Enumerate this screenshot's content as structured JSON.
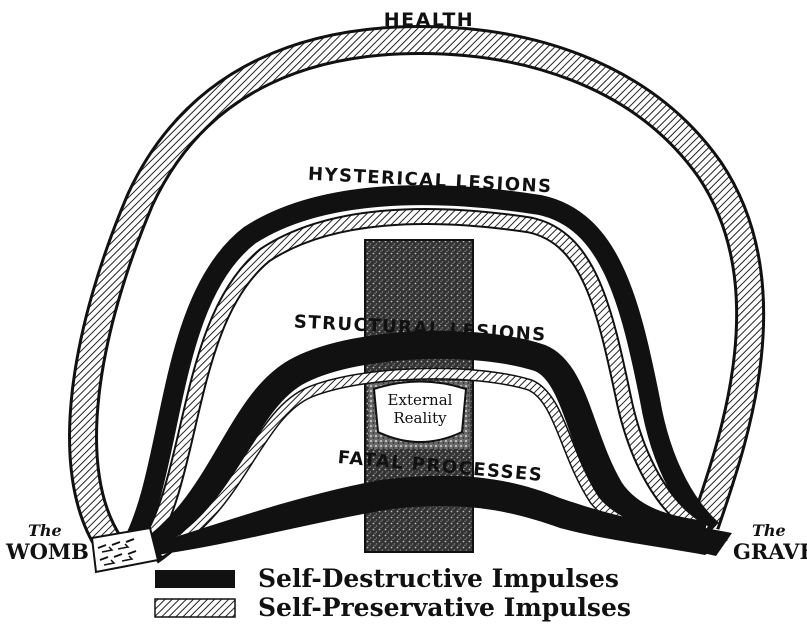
{
  "labels": {
    "health": "HEALTH",
    "hysterical": "HYSTERICAL LESIONS",
    "structural": "STRUCTURAL LESIONS",
    "fatal": "FATAL PROCESSES",
    "external_line1": "External",
    "external_line2": "Reality",
    "womb_the": "The",
    "womb": "WOMB",
    "grave_the": "The",
    "grave": "GRAVE"
  },
  "legend": {
    "destructive": "Self-Destructive Impulses",
    "preservative": "Self-Preservative Impulses"
  },
  "colors": {
    "ink": "#111111",
    "paper": "#ffffff",
    "hatch": "#666666"
  }
}
